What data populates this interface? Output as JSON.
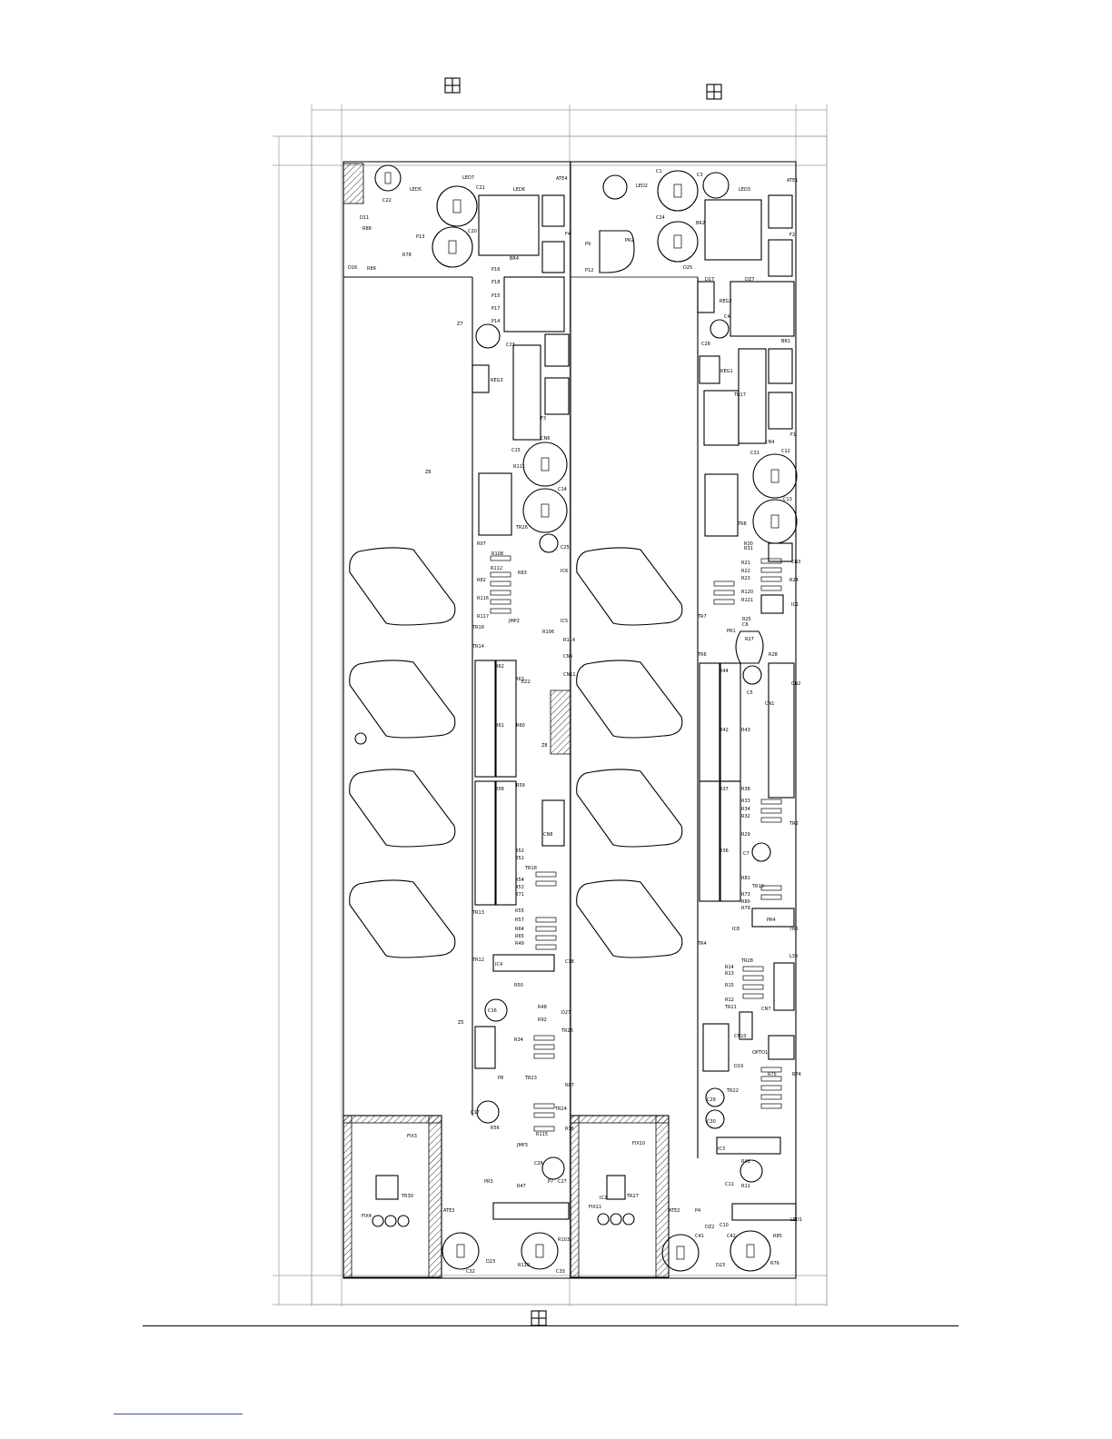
{
  "board": {
    "left_labels": [
      {
        "id": "LED5",
        "t": "LED5"
      },
      {
        "id": "LED7",
        "t": "LED7"
      },
      {
        "id": "LED6",
        "t": "LED6"
      },
      {
        "id": "ATE4",
        "t": "ATE4"
      },
      {
        "id": "C22",
        "t": "C22"
      },
      {
        "id": "C21",
        "t": "C21"
      },
      {
        "id": "C20",
        "t": "C20"
      },
      {
        "id": "D11",
        "t": "D11"
      },
      {
        "id": "R88",
        "t": "R88"
      },
      {
        "id": "R89",
        "t": "R89"
      },
      {
        "id": "R78",
        "t": "R78"
      },
      {
        "id": "D16",
        "t": "D16"
      },
      {
        "id": "P13",
        "t": "P13"
      },
      {
        "id": "P16",
        "t": "P16"
      },
      {
        "id": "BR4",
        "t": "BR4"
      },
      {
        "id": "F4",
        "t": "F4"
      },
      {
        "id": "P18",
        "t": "P18"
      },
      {
        "id": "P15",
        "t": "P15"
      },
      {
        "id": "P17",
        "t": "P17"
      },
      {
        "id": "P14",
        "t": "P14"
      },
      {
        "id": "Z7",
        "t": "Z7"
      },
      {
        "id": "C23",
        "t": "C23"
      },
      {
        "id": "REG3",
        "t": "REG3"
      },
      {
        "id": "CN6",
        "t": "CN6"
      },
      {
        "id": "F3",
        "t": "F3"
      },
      {
        "id": "Z6",
        "t": "Z6"
      },
      {
        "id": "C15",
        "t": "C15"
      },
      {
        "id": "C14",
        "t": "C14"
      },
      {
        "id": "R111",
        "t": "R111"
      },
      {
        "id": "TR26",
        "t": "TR26"
      },
      {
        "id": "R97",
        "t": "R97"
      },
      {
        "id": "R108",
        "t": "R108"
      },
      {
        "id": "C25",
        "t": "C25"
      },
      {
        "id": "R112",
        "t": "R112"
      },
      {
        "id": "R82",
        "t": "R82"
      },
      {
        "id": "R116",
        "t": "R116"
      },
      {
        "id": "R83",
        "t": "R83"
      },
      {
        "id": "R117",
        "t": "R117"
      },
      {
        "id": "IC6",
        "t": "IC6"
      },
      {
        "id": "IC5",
        "t": "IC5"
      },
      {
        "id": "R106",
        "t": "R106"
      },
      {
        "id": "TR16",
        "t": "TR16"
      },
      {
        "id": "TR14",
        "t": "TR14"
      },
      {
        "id": "JMP2",
        "t": "JMP2"
      },
      {
        "id": "R114",
        "t": "R114"
      },
      {
        "id": "CN5",
        "t": "CN5"
      },
      {
        "id": "CN11",
        "t": "CN11"
      },
      {
        "id": "EZ2",
        "t": "EZ2"
      },
      {
        "id": "R62",
        "t": "R62"
      },
      {
        "id": "R63",
        "t": "R63"
      },
      {
        "id": "R61",
        "t": "R61"
      },
      {
        "id": "R60",
        "t": "R60"
      },
      {
        "id": "Z8",
        "t": "Z8"
      },
      {
        "id": "R58",
        "t": "R58"
      },
      {
        "id": "R59",
        "t": "R59"
      },
      {
        "id": "CN8",
        "t": "CN8"
      },
      {
        "id": "R52",
        "t": "R52"
      },
      {
        "id": "R51",
        "t": "R51"
      },
      {
        "id": "TR18",
        "t": "TR18"
      },
      {
        "id": "R54",
        "t": "R54"
      },
      {
        "id": "R53",
        "t": "R53"
      },
      {
        "id": "R71",
        "t": "R71"
      },
      {
        "id": "R55",
        "t": "R55"
      },
      {
        "id": "R57",
        "t": "R57"
      },
      {
        "id": "R64",
        "t": "R64"
      },
      {
        "id": "R65",
        "t": "R65"
      },
      {
        "id": "R49",
        "t": "R49"
      },
      {
        "id": "TR13",
        "t": "TR13"
      },
      {
        "id": "TR12",
        "t": "TR12"
      },
      {
        "id": "IC4",
        "t": "IC4"
      },
      {
        "id": "C18",
        "t": "C18"
      },
      {
        "id": "Z5",
        "t": "Z5"
      },
      {
        "id": "C16",
        "t": "C16"
      },
      {
        "id": "R50",
        "t": "R50"
      },
      {
        "id": "R48",
        "t": "R48"
      },
      {
        "id": "R92",
        "t": "R92"
      },
      {
        "id": "R34",
        "t": "R34"
      },
      {
        "id": "TR23",
        "t": "TR23"
      },
      {
        "id": "D27",
        "t": "D27"
      },
      {
        "id": "TR25",
        "t": "TR25"
      },
      {
        "id": "P8",
        "t": "P8"
      },
      {
        "id": "C17",
        "t": "C17"
      },
      {
        "id": "R56",
        "t": "R56"
      },
      {
        "id": "R115",
        "t": "R115"
      },
      {
        "id": "JMP3",
        "t": "JMP3"
      },
      {
        "id": "TR24",
        "t": "TR24"
      },
      {
        "id": "R16",
        "t": "R16"
      },
      {
        "id": "R87",
        "t": "R87"
      },
      {
        "id": "PR3",
        "t": "PR3"
      },
      {
        "id": "R47",
        "t": "R47"
      },
      {
        "id": "P7",
        "t": "P7"
      },
      {
        "id": "C27",
        "t": "C27"
      },
      {
        "id": "C26",
        "t": "C26"
      },
      {
        "id": "FIX3",
        "t": "FIX3"
      },
      {
        "id": "FIX4",
        "t": "FIX4"
      },
      {
        "id": "TR30",
        "t": "TR30"
      },
      {
        "id": "ATE3",
        "t": "ATE3"
      },
      {
        "id": "C32",
        "t": "C32"
      },
      {
        "id": "C33",
        "t": "C33"
      },
      {
        "id": "R103",
        "t": "R103"
      },
      {
        "id": "R110",
        "t": "R110"
      },
      {
        "id": "D23",
        "t": "D23"
      }
    ],
    "right_labels": [
      {
        "id": "LED2",
        "t": "LED2"
      },
      {
        "id": "LED3",
        "t": "LED3"
      },
      {
        "id": "ATE1",
        "t": "ATE1"
      },
      {
        "id": "C1",
        "t": "C1"
      },
      {
        "id": "C3",
        "t": "C3"
      },
      {
        "id": "C24",
        "t": "C24"
      },
      {
        "id": "BR2",
        "t": "BR2"
      },
      {
        "id": "F2",
        "t": "F2"
      },
      {
        "id": "D25",
        "t": "D25"
      },
      {
        "id": "D17",
        "t": "D17"
      },
      {
        "id": "DZ7",
        "t": "DZ7"
      },
      {
        "id": "P9",
        "t": "P9"
      },
      {
        "id": "P12",
        "t": "P12"
      },
      {
        "id": "PR2",
        "t": "PR2"
      },
      {
        "id": "REG2",
        "t": "REG2"
      },
      {
        "id": "C4",
        "t": "C4"
      },
      {
        "id": "C28",
        "t": "C28"
      },
      {
        "id": "BR1",
        "t": "BR1"
      },
      {
        "id": "REG1",
        "t": "REG1"
      },
      {
        "id": "TR17",
        "t": "TR17"
      },
      {
        "id": "CN4",
        "t": "CN4"
      },
      {
        "id": "F1",
        "t": "F1"
      },
      {
        "id": "C31",
        "t": "C31"
      },
      {
        "id": "C12",
        "t": "C12"
      },
      {
        "id": "C13",
        "t": "C13"
      },
      {
        "id": "TR8",
        "t": "TR8"
      },
      {
        "id": "R30",
        "t": "R30"
      },
      {
        "id": "R31",
        "t": "R31"
      },
      {
        "id": "R21",
        "t": "R21"
      },
      {
        "id": "R22",
        "t": "R22"
      },
      {
        "id": "R23",
        "t": "R23"
      },
      {
        "id": "R24",
        "t": "R24"
      },
      {
        "id": "CN3",
        "t": "CN3"
      },
      {
        "id": "R120",
        "t": "R120"
      },
      {
        "id": "R121",
        "t": "R121"
      },
      {
        "id": "IC1",
        "t": "IC1"
      },
      {
        "id": "TR7",
        "t": "TR7"
      },
      {
        "id": "R25",
        "t": "R25"
      },
      {
        "id": "C6",
        "t": "C6"
      },
      {
        "id": "R27",
        "t": "R27"
      },
      {
        "id": "R28",
        "t": "R28"
      },
      {
        "id": "PR1",
        "t": "PR1"
      },
      {
        "id": "TR6",
        "t": "TR6"
      },
      {
        "id": "R44",
        "t": "R44"
      },
      {
        "id": "C5",
        "t": "C5"
      },
      {
        "id": "CN1",
        "t": "CN1"
      },
      {
        "id": "CN2",
        "t": "CN2"
      },
      {
        "id": "R42",
        "t": "R42"
      },
      {
        "id": "R43",
        "t": "R43"
      },
      {
        "id": "R37",
        "t": "R37"
      },
      {
        "id": "R38",
        "t": "R38"
      },
      {
        "id": "R33",
        "t": "R33"
      },
      {
        "id": "R34b",
        "t": "R34"
      },
      {
        "id": "R32",
        "t": "R32"
      },
      {
        "id": "R29",
        "t": "R29"
      },
      {
        "id": "TR2",
        "t": "TR2"
      },
      {
        "id": "R36",
        "t": "R36"
      },
      {
        "id": "C7",
        "t": "C7"
      },
      {
        "id": "R81",
        "t": "R81"
      },
      {
        "id": "TR19",
        "t": "TR19"
      },
      {
        "id": "R73",
        "t": "R73"
      },
      {
        "id": "R80",
        "t": "R80"
      },
      {
        "id": "R79",
        "t": "R79"
      },
      {
        "id": "PR4",
        "t": "PR4"
      },
      {
        "id": "TR5",
        "t": "TR5"
      },
      {
        "id": "IC8",
        "t": "IC8"
      },
      {
        "id": "TR4",
        "t": "TR4"
      },
      {
        "id": "TR28",
        "t": "TR28"
      },
      {
        "id": "R14",
        "t": "R14"
      },
      {
        "id": "R13",
        "t": "R13"
      },
      {
        "id": "R15",
        "t": "R15"
      },
      {
        "id": "R12",
        "t": "R12"
      },
      {
        "id": "TR21",
        "t": "TR21"
      },
      {
        "id": "CN7",
        "t": "CN7"
      },
      {
        "id": "L30",
        "t": "L30"
      },
      {
        "id": "CN10",
        "t": "CN10"
      },
      {
        "id": "D19",
        "t": "D19"
      },
      {
        "id": "OPTO1",
        "t": "OPTO1"
      },
      {
        "id": "R74",
        "t": "R74"
      },
      {
        "id": "R75",
        "t": "R75"
      },
      {
        "id": "TR22",
        "t": "TR22"
      },
      {
        "id": "C29",
        "t": "C29"
      },
      {
        "id": "C30",
        "t": "C30"
      },
      {
        "id": "IC3",
        "t": "IC3"
      },
      {
        "id": "R41",
        "t": "R41"
      },
      {
        "id": "C11",
        "t": "C11"
      },
      {
        "id": "R11",
        "t": "R11"
      },
      {
        "id": "FIX10",
        "t": "FIX10"
      },
      {
        "id": "FIX11",
        "t": "FIX11"
      },
      {
        "id": "IC2",
        "t": "IC2"
      },
      {
        "id": "TR27",
        "t": "TR27"
      },
      {
        "id": "ATE2",
        "t": "ATE2"
      },
      {
        "id": "P4",
        "t": "P4"
      },
      {
        "id": "C10",
        "t": "C10"
      },
      {
        "id": "DZ2",
        "t": "DZ2"
      },
      {
        "id": "C41",
        "t": "C41"
      },
      {
        "id": "C42",
        "t": "C42"
      },
      {
        "id": "R85",
        "t": "R85"
      },
      {
        "id": "LED1",
        "t": "LED1"
      },
      {
        "id": "D23b",
        "t": "D23"
      },
      {
        "id": "R76",
        "t": "R76"
      }
    ]
  }
}
